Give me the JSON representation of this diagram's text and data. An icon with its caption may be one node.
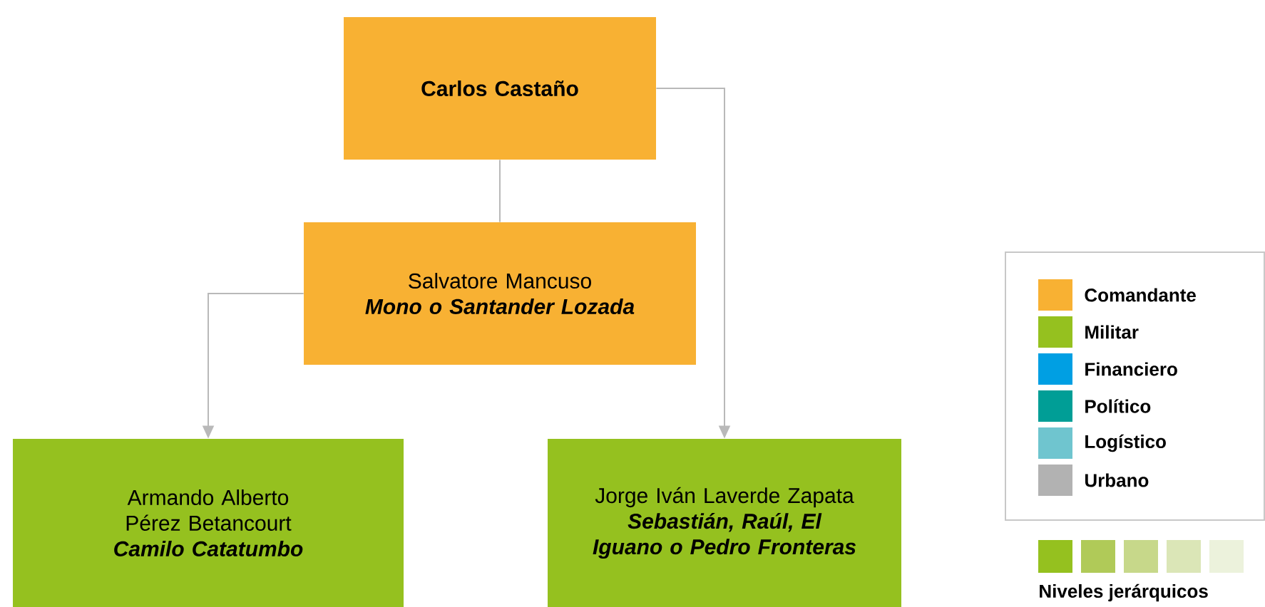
{
  "diagram": {
    "nodes": [
      {
        "text": [
          "Carlos Castaño"
        ]
      },
      {
        "text": [
          "Salvatore Mancuso",
          "Mono o Santander Lozada"
        ]
      },
      {
        "text": [
          "Armando Alberto Pérez Betancourt",
          "Camilo Catatumbo"
        ]
      },
      {
        "text": [
          "Jorge Iván Laverde Zapata",
          "Sebastián, Raúl, El Iguano o Pedro Fronteras"
        ]
      }
    ],
    "edges": [
      {
        "from": 0,
        "to": 1,
        "arrow": "none"
      },
      {
        "from": 1,
        "to": 2,
        "arrow": "to"
      },
      {
        "from": 0,
        "to": 3,
        "arrow": "to"
      }
    ],
    "labels": [
      "Niveles jerárquicos"
    ],
    "legend": [
      {
        "text": "Comandante",
        "color": "#f8b133"
      },
      {
        "text": "Militar",
        "color": "#95c11f"
      },
      {
        "text": "Financiero",
        "color": "#009fe3"
      },
      {
        "text": "Político",
        "color": "#009e96"
      },
      {
        "text": "Logístico",
        "color": "#6fc5cf"
      },
      {
        "text": "Urbano",
        "color": "#b2b2b2"
      }
    ]
  }
}
